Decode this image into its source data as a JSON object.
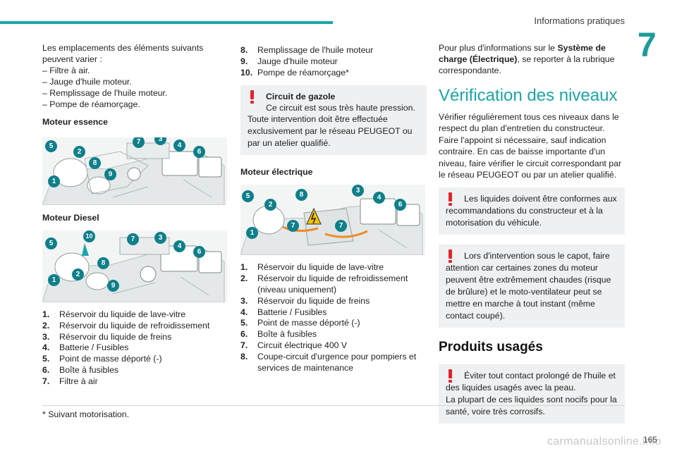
{
  "header": {
    "section": "Informations pratiques",
    "chapter": "7",
    "accent": "#1aa6a6"
  },
  "col1": {
    "intro": "Les emplacements des éléments suivants peuvent varier :",
    "variations": [
      "–  Filtre à air.",
      "–  Jauge d'huile moteur.",
      "–  Remplissage de l'huile moteur.",
      "–  Pompe de réamorçage."
    ],
    "essence_title": "Moteur essence",
    "diesel_title": "Moteur Diesel",
    "legend": [
      {
        "n": "1.",
        "t": "Réservoir du liquide de lave-vitre"
      },
      {
        "n": "2.",
        "t": "Réservoir du liquide de refroidissement"
      },
      {
        "n": "3.",
        "t": "Réservoir du liquide de freins"
      },
      {
        "n": "4.",
        "t": "Batterie / Fusibles"
      },
      {
        "n": "5.",
        "t": "Point de masse déporté (-)"
      },
      {
        "n": "6.",
        "t": "Boîte à fusibles"
      },
      {
        "n": "7.",
        "t": "Filtre à air"
      }
    ],
    "markers_essence": [
      "1",
      "2",
      "3",
      "4",
      "5",
      "6",
      "7",
      "8",
      "9"
    ],
    "markers_diesel": [
      "1",
      "2",
      "3",
      "4",
      "5",
      "6",
      "7",
      "8",
      "9",
      "10"
    ]
  },
  "col2": {
    "legend_top": [
      {
        "n": "8.",
        "t": "Remplissage de l'huile moteur"
      },
      {
        "n": "9.",
        "t": "Jauge d'huile moteur"
      },
      {
        "n": "10.",
        "t": "Pompe de réamorçage*"
      }
    ],
    "warn_title": "Circuit de gazole",
    "warn_line1": "Ce circuit est sous très haute pression.",
    "warn_body": "Toute intervention doit être effectuée exclusivement par le réseau PEUGEOT ou par un atelier qualifié.",
    "electric_title": "Moteur électrique",
    "markers_electric": [
      "1",
      "2",
      "3",
      "4",
      "5",
      "6",
      "7",
      "7",
      "8"
    ],
    "legend_electric": [
      {
        "n": "1.",
        "t": "Réservoir du liquide de lave-vitre"
      },
      {
        "n": "2.",
        "t": "Réservoir du liquide de refroidissement (niveau uniquement)"
      },
      {
        "n": "3.",
        "t": "Réservoir du liquide de freins"
      },
      {
        "n": "4.",
        "t": "Batterie / Fusibles"
      },
      {
        "n": "5.",
        "t": "Point de masse déporté (-)"
      },
      {
        "n": "6.",
        "t": "Boîte à fusibles"
      },
      {
        "n": "7.",
        "t": "Circuit électrique 400 V"
      },
      {
        "n": "8.",
        "t": "Coupe-circuit d'urgence pour pompiers et services de maintenance"
      }
    ]
  },
  "col3": {
    "more_pre": "Pour plus d'informations sur le ",
    "more_bold": "Système de charge (Électrique)",
    "more_post": ", se reporter à la rubrique correspondante.",
    "levels_title": "Vérification des niveaux",
    "levels_body": "Vérifier régulièrement tous ces niveaux dans le respect du plan d'entretien du constructeur. Faire l'appoint si nécessaire, sauf indication contraire. En cas de baisse importante d'un niveau, faire vérifier le circuit correspondant par le réseau PEUGEOT ou par un atelier qualifié.",
    "warn1_first": "Les liquides doivent être conformes aux recommandations du constructeur et à la motorisation du véhicule.",
    "warn2_first": "Lors d'intervention sous le capot, faire attention car certaines zones du moteur peuvent être extrêmement chaudes (risque de brûlure) et le moto-ventilateur peut se mettre en marche à tout instant (même contact coupé).",
    "products_title": "Produits usagés",
    "warn3_first": "Éviter tout contact prolongé de l'huile et des liquides usagés avec la peau.",
    "warn3_body": "La plupart de ces liquides sont nocifs pour la santé, voire très corrosifs."
  },
  "footer": {
    "footnote": "*  Suivant motorisation.",
    "page": "165",
    "watermark": "carmanualsonline.info"
  }
}
